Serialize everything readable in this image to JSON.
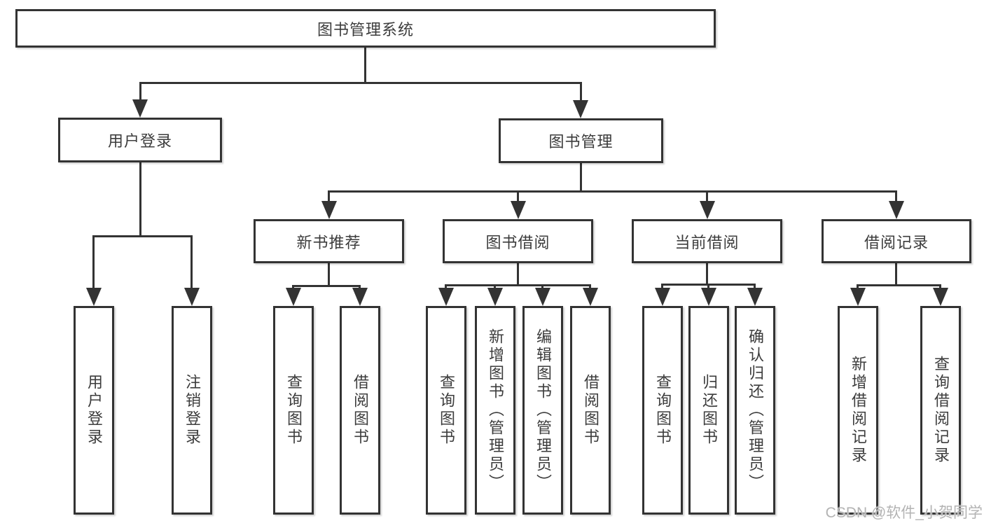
{
  "diagram": {
    "root": {
      "label": "图书管理系统"
    },
    "level2": [
      {
        "label": "用户登录"
      },
      {
        "label": "图书管理"
      }
    ],
    "level3": [
      {
        "label": "新书推荐"
      },
      {
        "label": "图书借阅"
      },
      {
        "label": "当前借阅"
      },
      {
        "label": "借阅记录"
      }
    ],
    "leaves": [
      {
        "label": "用户登录"
      },
      {
        "label": "注销登录"
      },
      {
        "label": "查询图书"
      },
      {
        "label": "借阅图书"
      },
      {
        "label": "查询图书"
      },
      {
        "label": "新增图书（管理员）"
      },
      {
        "label": "编辑图书（管理员）"
      },
      {
        "label": "借阅图书"
      },
      {
        "label": "查询图书"
      },
      {
        "label": "归还图书"
      },
      {
        "label": "确认归还（管理员）"
      },
      {
        "label": "新增借阅记录"
      },
      {
        "label": "查询借阅记录"
      }
    ],
    "watermark": "CSDN @软件_小贺同学",
    "colors": {
      "line": "#333333",
      "text": "#3c3c3c",
      "watermark": "#b3b3b3",
      "background": "#ffffff"
    }
  }
}
